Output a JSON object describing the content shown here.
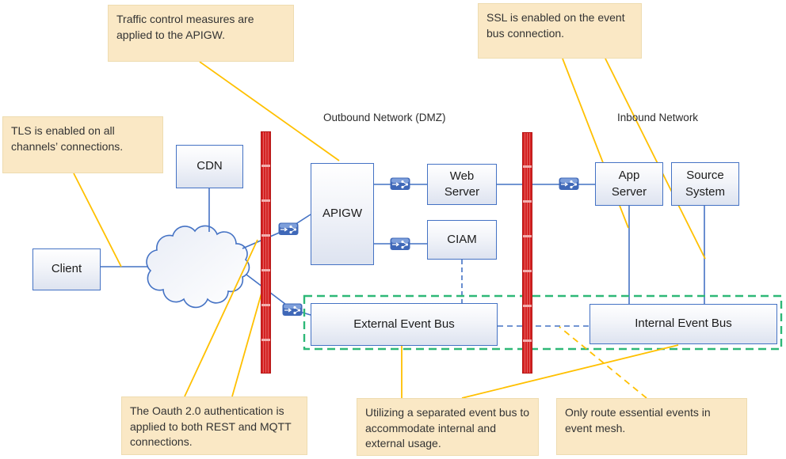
{
  "zones": {
    "outbound": {
      "label": "Outbound Network (DMZ)"
    },
    "inbound": {
      "label": "Inbound Network"
    }
  },
  "nodes": {
    "client": {
      "label": "Client"
    },
    "cdn": {
      "label": "CDN"
    },
    "apigw": {
      "label": "APIGW"
    },
    "web_server": {
      "label": "Web\nServer"
    },
    "ciam": {
      "label": "CIAM"
    },
    "app_server": {
      "label": "App\nServer"
    },
    "source_system": {
      "label": "Source\nSystem"
    },
    "external_event_bus": {
      "label": "External Event Bus"
    },
    "internal_event_bus": {
      "label": "Internal Event Bus"
    }
  },
  "annotations": {
    "tls": {
      "text": "TLS is enabled on all channels’ connections."
    },
    "traffic": {
      "text": "Traffic control measures are applied to the APIGW."
    },
    "ssl": {
      "text": "SSL is enabled on the event bus connection."
    },
    "oauth": {
      "text": "The Oauth 2.0 authentication is applied to both REST and MQTT connections."
    },
    "separated_bus": {
      "text": "Utilizing a separated event bus to accommodate internal and external usage."
    },
    "event_mesh": {
      "text": "Only route essential events in event mesh."
    }
  },
  "icons": {
    "switch": "network-switch-icon",
    "cloud": "internet-cloud-icon",
    "firewall": "firewall-barrier-icon"
  },
  "colors": {
    "node_border": "#4472C4",
    "node_fill_bottom": "#dde3f0",
    "line_blue": "#4472C4",
    "connector_yellow": "#FFC000",
    "annotation_fill": "#fae8c5",
    "annotation_border": "#eedcb0",
    "firewall_red": "#d42222",
    "event_mesh_green": "#2eb877"
  }
}
